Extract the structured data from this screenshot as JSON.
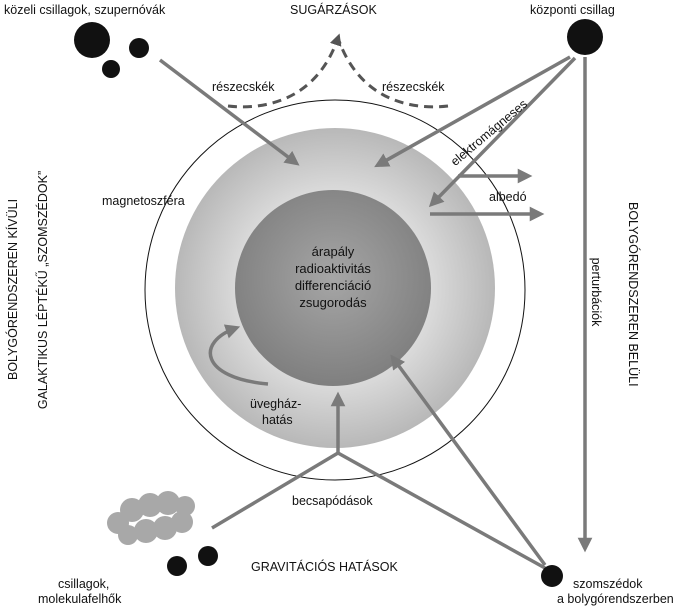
{
  "diagram": {
    "top_title": "SUGÁRZÁSOK",
    "bottom_title": "GRAVITÁCIÓS HATÁSOK",
    "near_stars": "közeli csillagok, szupernóvák",
    "central_star": "központi csillag",
    "particles_left": "részecskék",
    "particles_right": "részecskék",
    "electromagnetic": "elektromágneses",
    "albedo": "albedó",
    "magnetosphere": "magnetoszféra",
    "core_lines": [
      "árapály",
      "radioaktivitás",
      "differenciáció",
      "zsugorodás"
    ],
    "greenhouse_line1": "üvegház-",
    "greenhouse_line2": "hatás",
    "impacts": "becsapódások",
    "perturbations": "perturbációk",
    "stars_clouds_line1": "csillagok,",
    "stars_clouds_line2": "molekulafelhők",
    "neighbors_line1": "szomszédok",
    "neighbors_line2": "a bolygórendszerben",
    "left_vertical_1": "BOLYGÓRENDSZEREN KÍVÜLI",
    "left_vertical_2": "GALAKTIKUS LÉPTÉKŰ „SZOMSZÉDOK”",
    "right_vertical": "BOLYGÓRENDSZEREN BELÜLI"
  },
  "colors": {
    "arrow": "#7a7a7a",
    "outer_ring": "#c9c9c9",
    "core": "#8c8c8c",
    "dark_dot": "#111111",
    "cloud": "#a8a8a8"
  }
}
